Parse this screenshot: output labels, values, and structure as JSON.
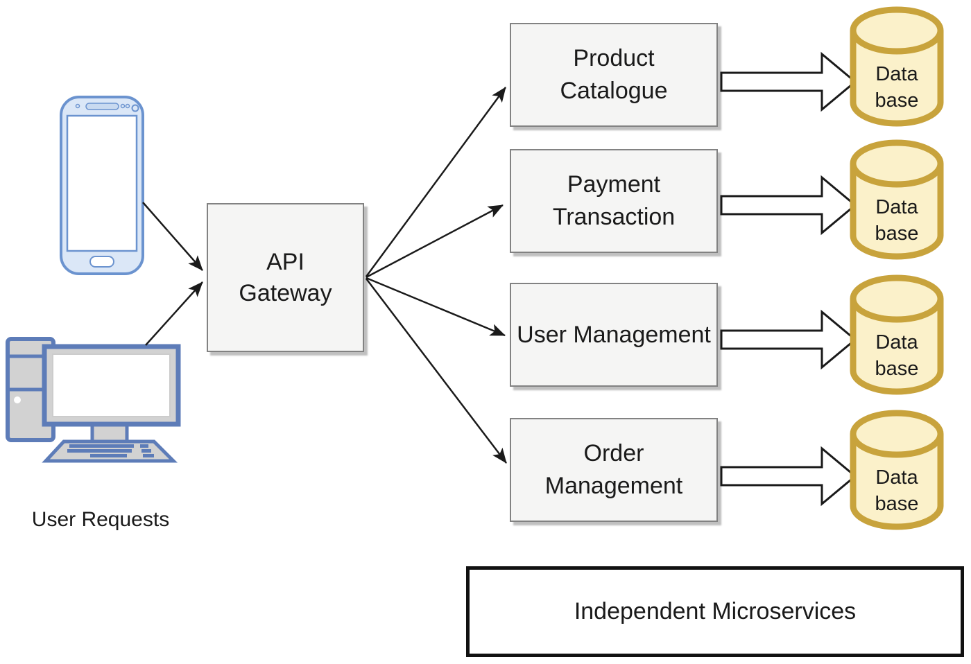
{
  "clients": {
    "label": "User Requests",
    "devices": [
      {
        "icon": "smartphone-icon"
      },
      {
        "icon": "desktop-computer-icon"
      }
    ]
  },
  "gateway": {
    "line1": "API",
    "line2": "Gateway"
  },
  "services": [
    {
      "line1": "Product",
      "line2": "Catalogue"
    },
    {
      "line1": "Payment",
      "line2": "Transaction"
    },
    {
      "line1": "User Management"
    },
    {
      "line1": "Order",
      "line2": "Management"
    }
  ],
  "databases": [
    {
      "line1": "Data",
      "line2": "base"
    },
    {
      "line1": "Data",
      "line2": "base"
    },
    {
      "line1": "Data",
      "line2": "base"
    },
    {
      "line1": "Data",
      "line2": "base"
    }
  ],
  "footer": {
    "label": "Independent Microservices"
  },
  "connections": [
    {
      "from": "smartphone",
      "to": "api-gateway"
    },
    {
      "from": "desktop-computer",
      "to": "api-gateway"
    },
    {
      "from": "api-gateway",
      "to": "product-catalogue"
    },
    {
      "from": "api-gateway",
      "to": "payment-transaction"
    },
    {
      "from": "api-gateway",
      "to": "user-management"
    },
    {
      "from": "api-gateway",
      "to": "order-management"
    },
    {
      "from": "product-catalogue",
      "to": "database-1"
    },
    {
      "from": "payment-transaction",
      "to": "database-2"
    },
    {
      "from": "user-management",
      "to": "database-3"
    },
    {
      "from": "order-management",
      "to": "database-4"
    }
  ],
  "colors": {
    "box_fill": "#f5f5f4",
    "box_border": "#828282",
    "db_fill": "#fbf1ca",
    "db_border": "#c8a33c",
    "phone_fill": "#dbe7f7",
    "phone_stroke": "#6b93cf",
    "computer_stroke": "#5d7cb8",
    "computer_fill": "#d2d2d2",
    "arrow": "#1a1a1a"
  }
}
